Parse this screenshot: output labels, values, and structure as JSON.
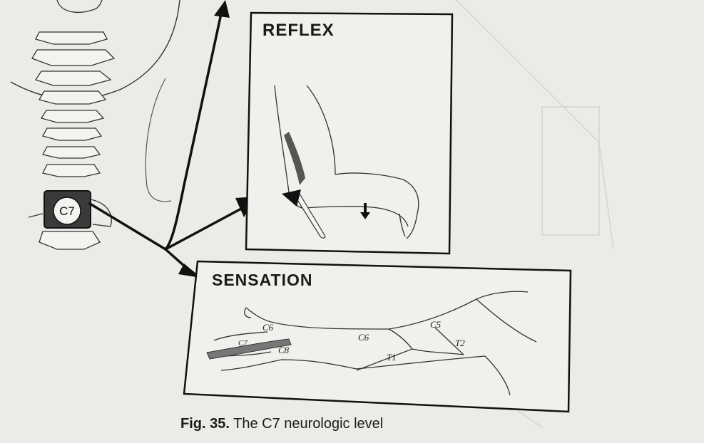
{
  "panels": {
    "reflex_title": "REFLEX",
    "sensation_title": "SENSATION"
  },
  "vertebra_label": "C7",
  "dermatomes": {
    "c6_hand": "C6",
    "c7_finger": "C7",
    "c8": "C8",
    "c6_forearm": "C6",
    "c5": "C5",
    "t1": "T1",
    "t2": "T2"
  },
  "caption": {
    "figure": "Fig.",
    "number": "35.",
    "text": "The C7 neurologic level"
  },
  "colors": {
    "background": "#ecebe7",
    "ink": "#1a1a1a"
  }
}
